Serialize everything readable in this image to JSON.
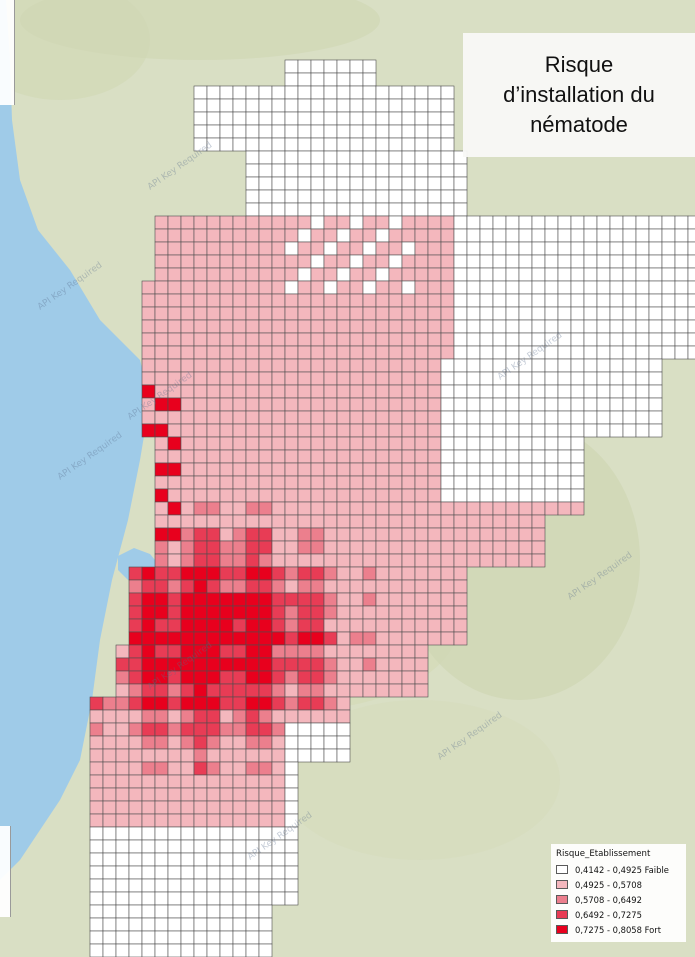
{
  "map": {
    "title_lines": [
      "Risque",
      "d’installation du",
      "nématode"
    ],
    "watermark": "API Key Required"
  },
  "legend": {
    "title": "Risque_Etablissement",
    "classes": [
      {
        "label": "0,4142 - 0,4925 Faible",
        "color": "#ffffff"
      },
      {
        "label": "0,4925 - 0,5708",
        "color": "#f4b7bd"
      },
      {
        "label": "0,5708 - 0,6492",
        "color": "#ec7f8d"
      },
      {
        "label": "0,6492 - 0,7275",
        "color": "#e83c55"
      },
      {
        "label": "0,7275 - 0,8058 Fort",
        "color": "#e8001d"
      }
    ]
  },
  "colors": {
    "sea": "#9fcbe8",
    "land": "#dfe4c8",
    "grid_border": "#4d4d4d"
  }
}
